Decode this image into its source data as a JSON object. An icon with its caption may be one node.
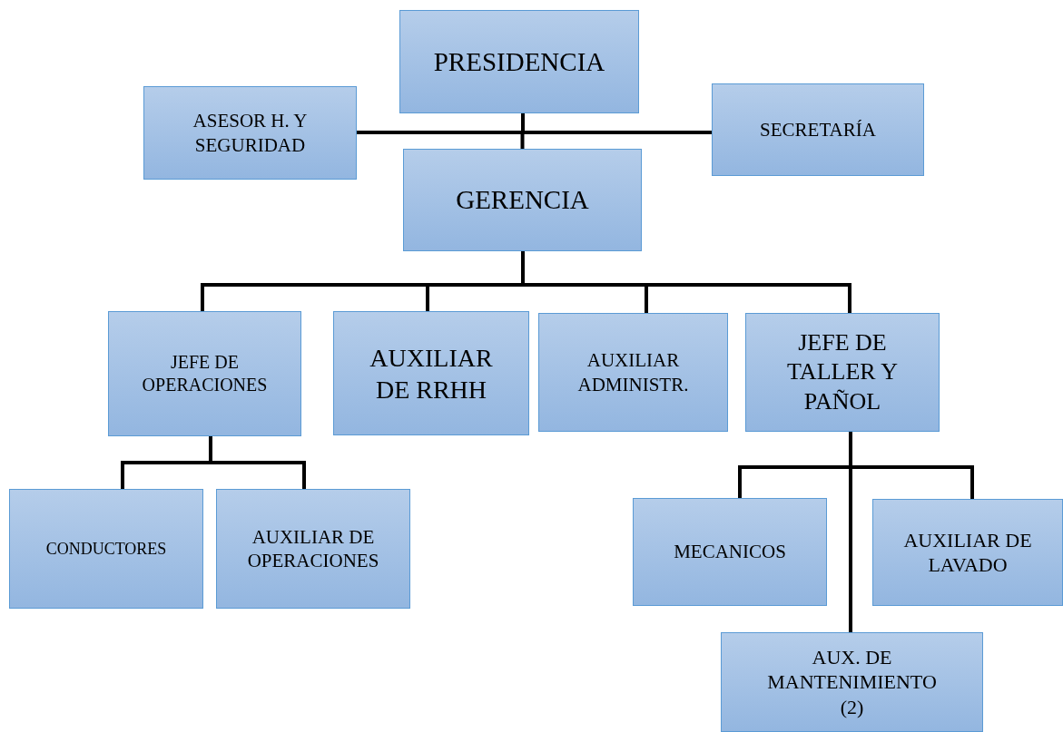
{
  "diagram": {
    "nodes": [
      {
        "text": [
          "PRESIDENCIA"
        ]
      },
      {
        "text": [
          "ASESOR H. Y SEGURIDAD"
        ]
      },
      {
        "text": [
          "SECRETARÍA"
        ]
      },
      {
        "text": [
          "GERENCIA"
        ]
      },
      {
        "text": [
          "JEFE DE OPERACIONES"
        ]
      },
      {
        "text": [
          "AUXILIAR DE RRHH"
        ]
      },
      {
        "text": [
          "AUXILIAR ADMINISTR."
        ]
      },
      {
        "text": [
          "JEFE DE TALLER Y PAÑOL"
        ]
      },
      {
        "text": [
          "CONDUCTORES"
        ]
      },
      {
        "text": [
          "AUXILIAR DE OPERACIONES"
        ]
      },
      {
        "text": [
          "MECANICOS"
        ]
      },
      {
        "text": [
          "AUXILIAR DE LAVADO"
        ]
      },
      {
        "text": [
          "AUX. DE MANTENIMIENTO (2)"
        ]
      }
    ],
    "edges": [
      {
        "from": 0,
        "to": 1,
        "arrow": "none"
      },
      {
        "from": 0,
        "to": 2,
        "arrow": "none"
      },
      {
        "from": 0,
        "to": 3,
        "arrow": "none"
      },
      {
        "from": 3,
        "to": 4,
        "arrow": "none"
      },
      {
        "from": 3,
        "to": 5,
        "arrow": "none"
      },
      {
        "from": 3,
        "to": 6,
        "arrow": "none"
      },
      {
        "from": 3,
        "to": 7,
        "arrow": "none"
      },
      {
        "from": 4,
        "to": 8,
        "arrow": "none"
      },
      {
        "from": 4,
        "to": 9,
        "arrow": "none"
      },
      {
        "from": 7,
        "to": 10,
        "arrow": "none"
      },
      {
        "from": 7,
        "to": 11,
        "arrow": "none"
      },
      {
        "from": 7,
        "to": 12,
        "arrow": "none"
      }
    ]
  }
}
